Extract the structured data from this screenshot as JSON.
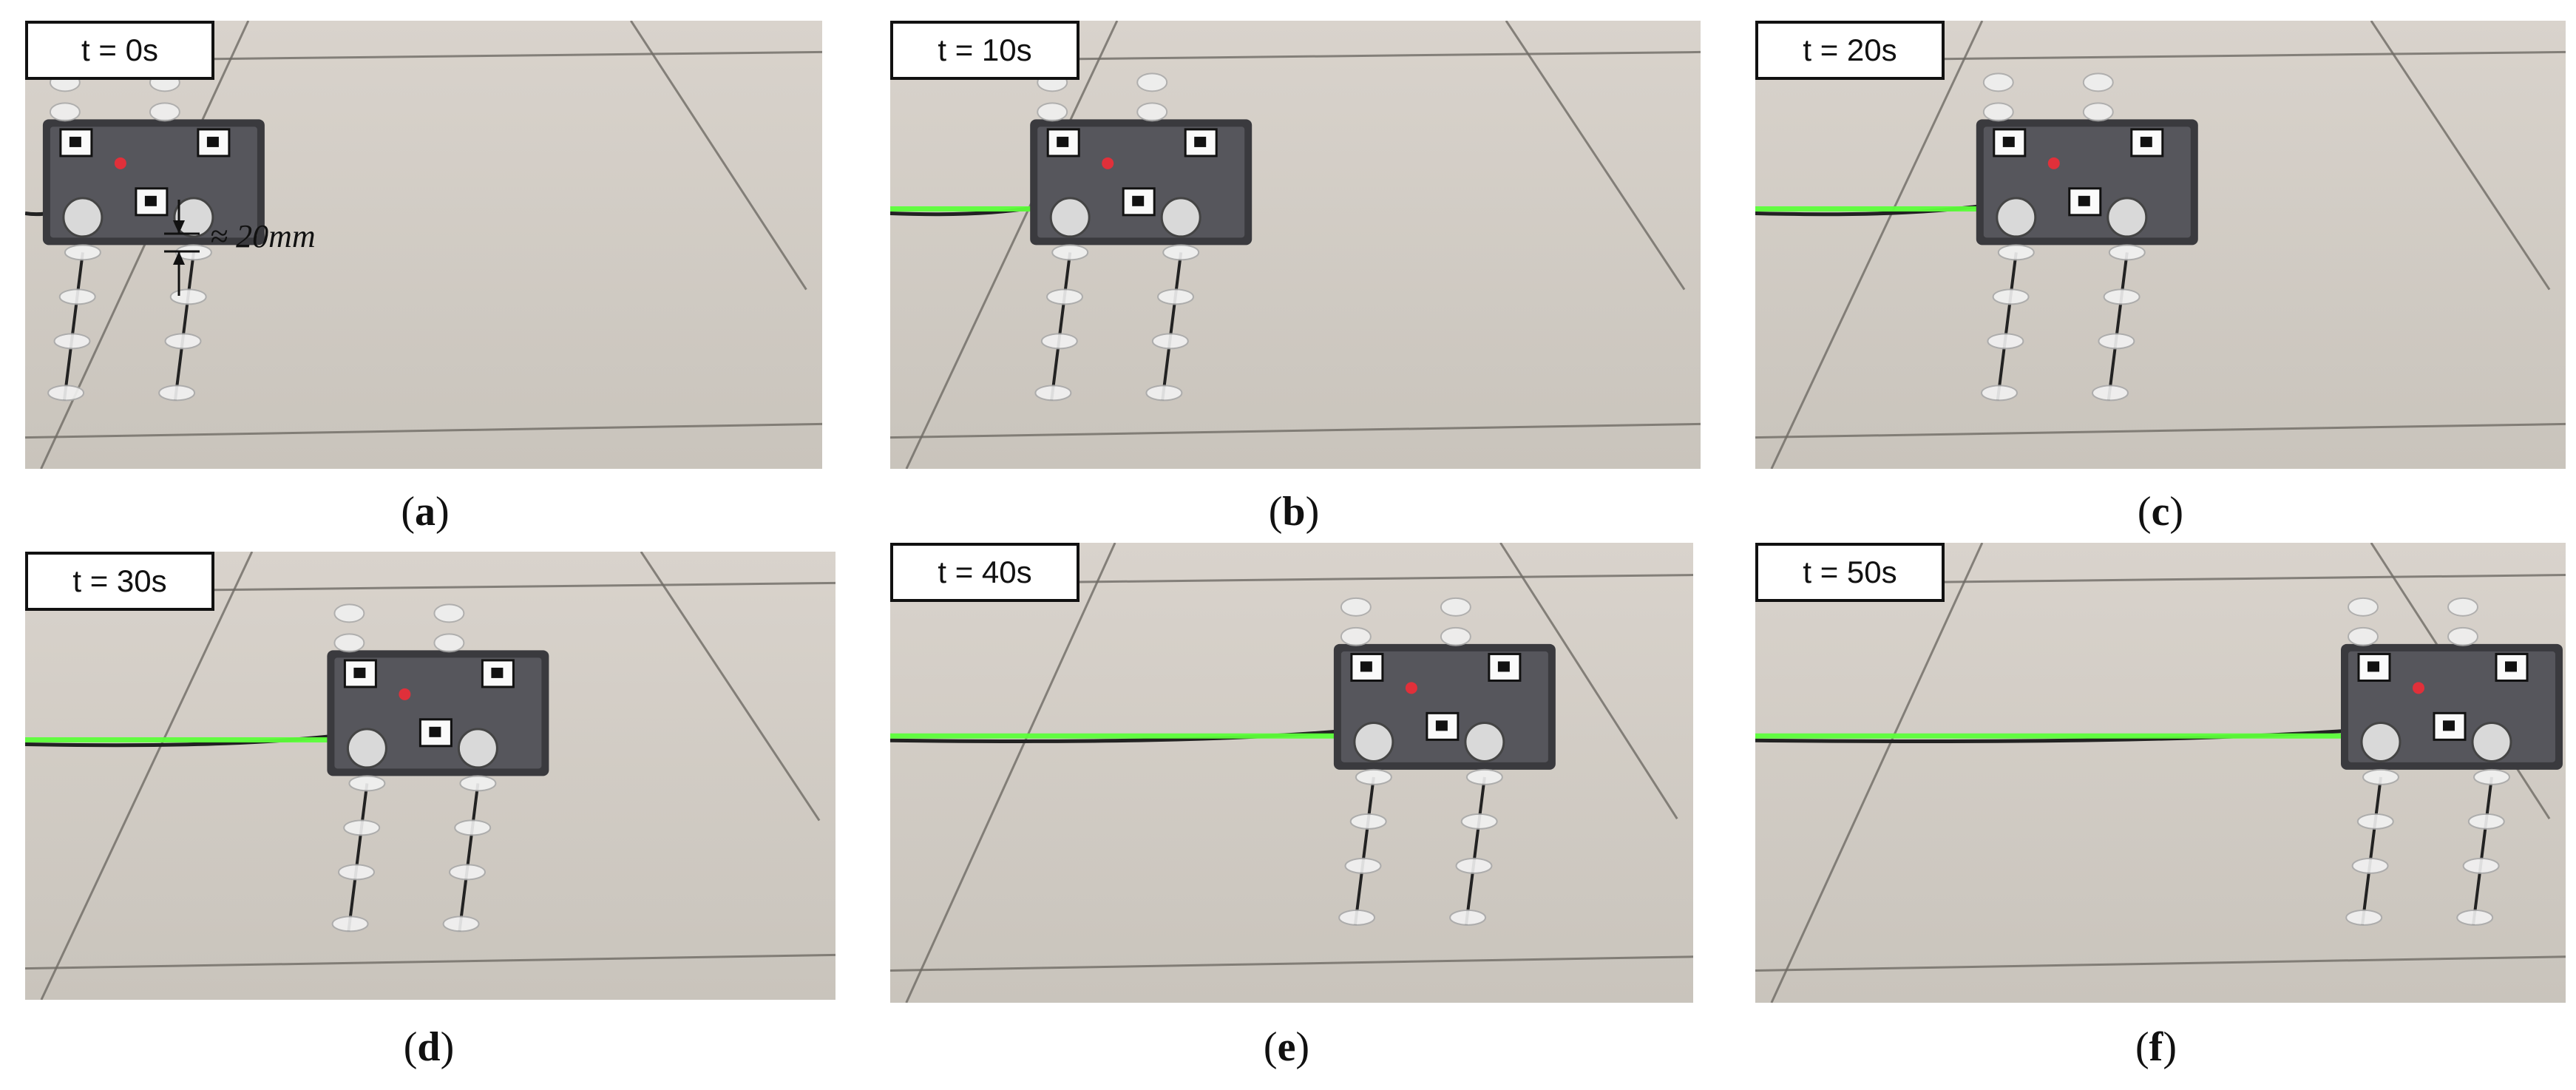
{
  "panels": [
    {
      "id": "a",
      "time": "t = 0s",
      "caption_letter": "a",
      "robot_pos": 0.05,
      "trail_end": 0.0
    },
    {
      "id": "b",
      "time": "t = 10s",
      "caption_letter": "b",
      "robot_pos": 0.2,
      "trail_end": 0.18
    },
    {
      "id": "c",
      "time": "t = 20s",
      "caption_letter": "c",
      "robot_pos": 0.3,
      "trail_end": 0.32
    },
    {
      "id": "d",
      "time": "t = 30s",
      "caption_letter": "d",
      "robot_pos": 0.4,
      "trail_end": 0.45
    },
    {
      "id": "e",
      "time": "t = 40s",
      "caption_letter": "e",
      "robot_pos": 0.58,
      "trail_end": 0.6
    },
    {
      "id": "f",
      "time": "t = 50s",
      "caption_letter": "f",
      "robot_pos": 0.75,
      "trail_end": 0.77
    }
  ],
  "annotation": {
    "text": "≈ 20mm"
  },
  "colors": {
    "floor": "#cfcac2",
    "grout": "#6e6a64",
    "trail": "#5cff3a",
    "robot_body": "#3a3a3e",
    "leg": "#f2f2f2",
    "cable": "#222222"
  }
}
